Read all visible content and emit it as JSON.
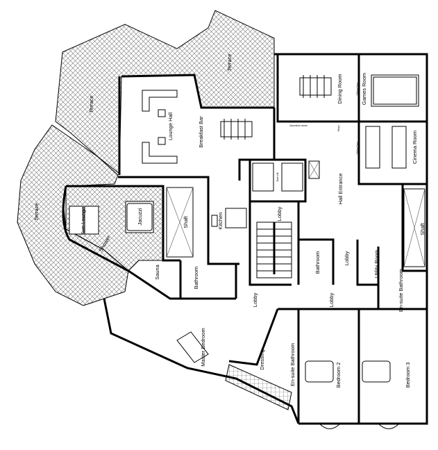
{
  "rooms": {
    "terrace_top": "Terrace",
    "terrace_left_upper": "Terrace",
    "terrace_left": "Terrace",
    "lounge_hall": "Lounge Hall",
    "breakfast_bar": "Breakfast Bar",
    "dining_room": "Dining Room",
    "games_room": "Games Room",
    "cinema_room": "Cinema Room",
    "hall_entrance": "Hall Entrance",
    "kitchen": "Kitchen",
    "lobby_lift": "Lobby",
    "shaft_left": "Shaft",
    "shaft_right": "Shaft",
    "jacuzzi": "Jacuzzi",
    "sun_lounge": "Sun Lounge",
    "shower": "Shower",
    "sauna": "Sauna",
    "bathroom_left": "Bathroom",
    "bathroom_center": "Bathroom",
    "lobby_center": "Lobby",
    "utility_room": "Utility Room",
    "ensuite_right": "En-suite Bathroom",
    "lobby_lower_center": "Lobby",
    "lobby_lower_left": "Lobby",
    "master_bedroom": "Master Bedroom",
    "dressing": "Dressing",
    "ensuite_left": "En-suite Bathroom",
    "bedroom_2": "Bedroom 2",
    "bedroom_3": "Bedroom 3"
  },
  "annotations": {
    "sliding_door_1": "Sliding Door",
    "sliding_door_2": "Sliding Door",
    "steps": "Steps",
    "accordion_doors": "Accordion doors",
    "lift": "Dual Lift"
  }
}
